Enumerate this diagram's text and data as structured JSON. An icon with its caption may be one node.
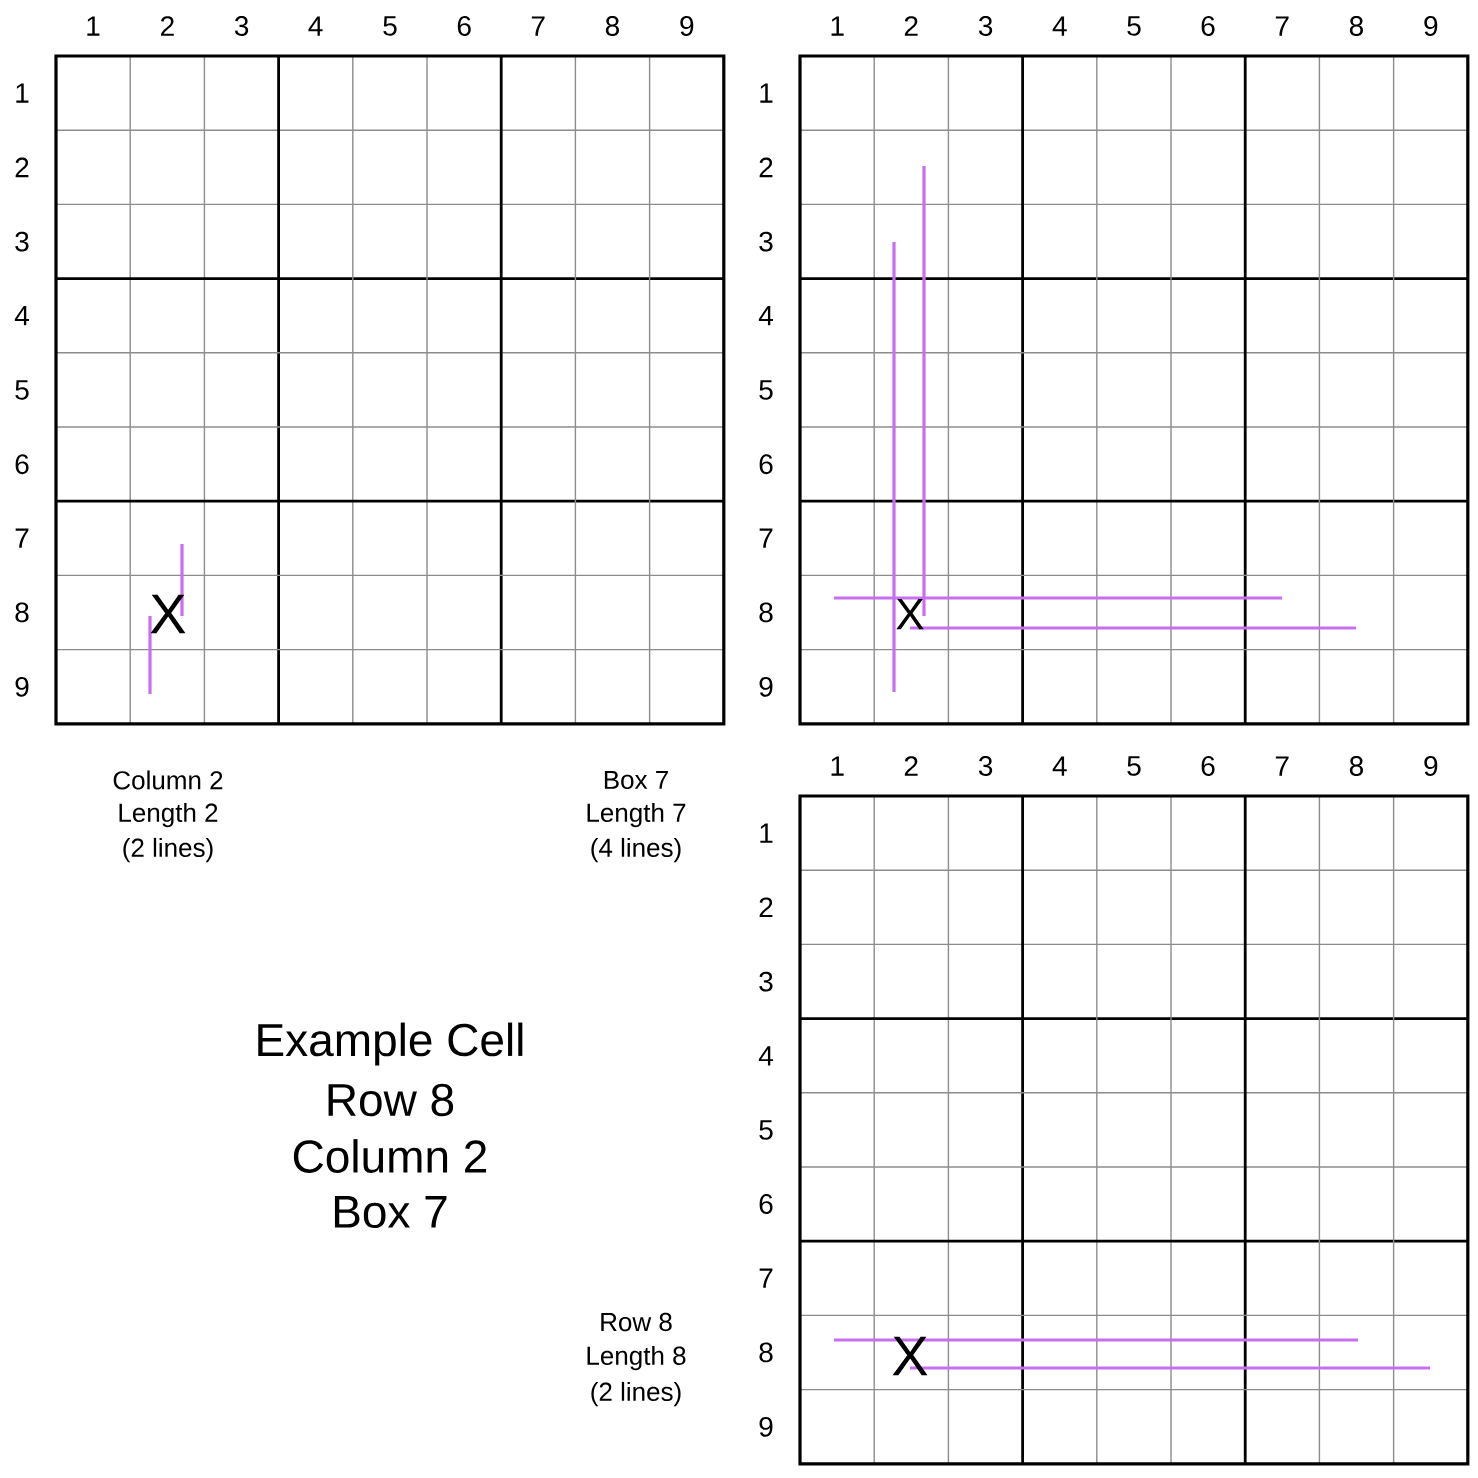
{
  "diagram": {
    "labels": [
      "1",
      "2",
      "3",
      "4",
      "5",
      "6",
      "7",
      "8",
      "9",
      "1",
      "2",
      "3",
      "4",
      "5",
      "6",
      "7",
      "8",
      "9",
      "1",
      "2",
      "3",
      "4",
      "5",
      "6",
      "7",
      "8",
      "9",
      "1",
      "2",
      "3",
      "4",
      "5",
      "6",
      "7",
      "8",
      "9",
      "X",
      "X",
      "Column 2",
      "Length 2",
      "(2 lines)",
      "Box 7",
      "Length 7",
      "(4 lines)",
      "1",
      "2",
      "3",
      "4",
      "5",
      "6",
      "7",
      "8",
      "9",
      "Example Cell",
      "Row 8",
      "Column 2",
      "Box 7",
      "1",
      "2",
      "3",
      "4",
      "5",
      "6",
      "7",
      "8",
      "9",
      "Row 8",
      "Length 8",
      "(2 lines)",
      "X"
    ]
  }
}
